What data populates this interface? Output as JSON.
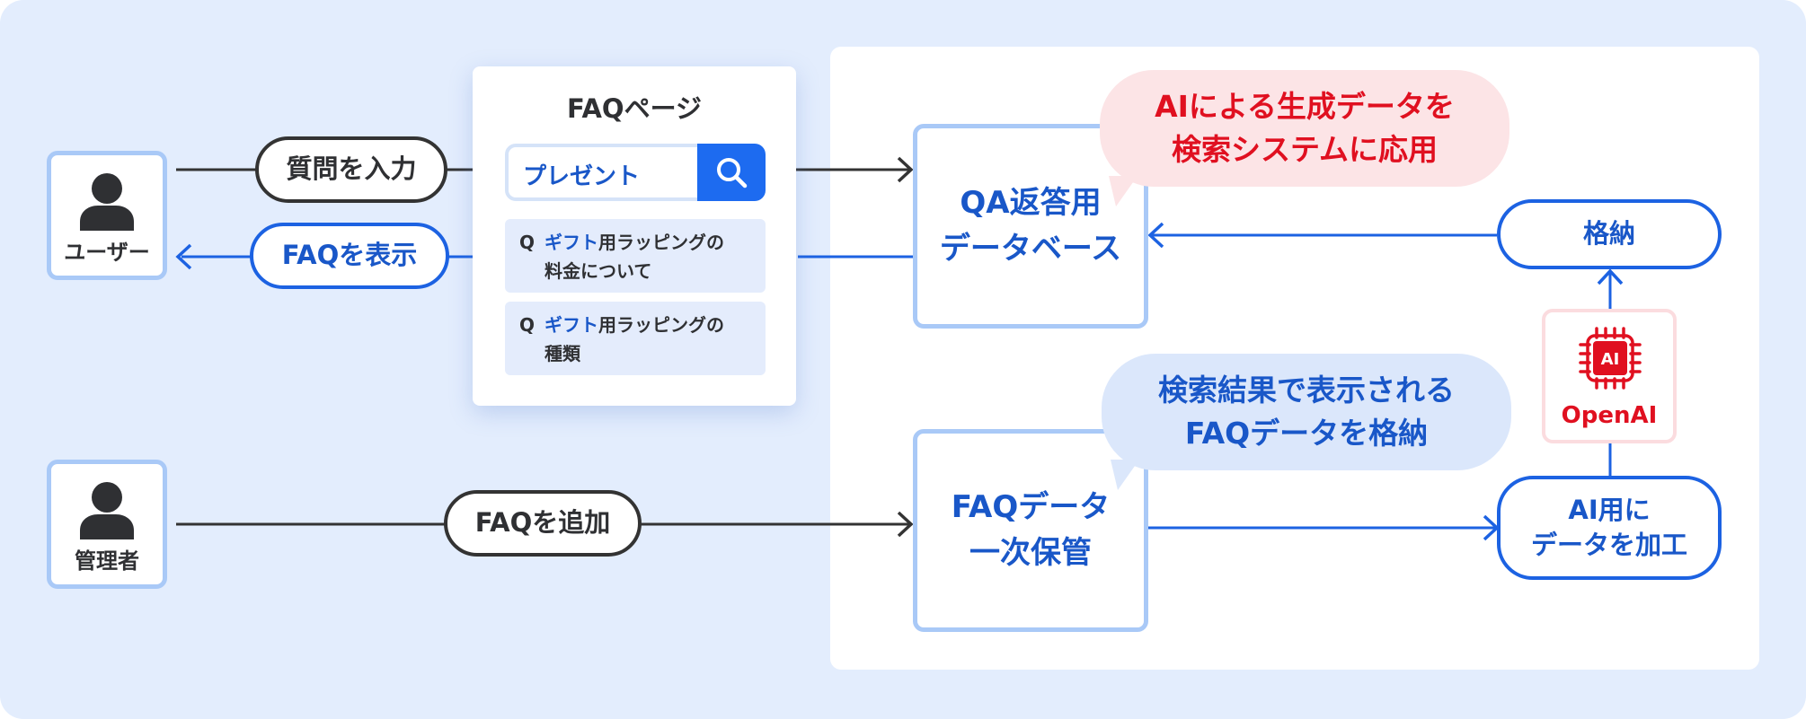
{
  "actors": {
    "user": {
      "label": "ユーザー"
    },
    "admin": {
      "label": "管理者"
    }
  },
  "connectors": {
    "enter_question": "質問を入力",
    "show_faq": "FAQを表示",
    "add_faq": "FAQを追加",
    "store": "格納",
    "process_for_ai": "AI用に\nデータを加工"
  },
  "faq_page": {
    "title": "FAQページ",
    "search_value": "プレゼント",
    "results": [
      {
        "prefix": "Q",
        "keyword": "ギフト",
        "text": "用ラッピングの\n料金について"
      },
      {
        "prefix": "Q",
        "keyword": "ギフト",
        "text": "用ラッピングの\n種類"
      }
    ]
  },
  "boxes": {
    "qa_database": "QA返答用\nデータベース",
    "faq_temp_storage": "FAQデータ\n一次保管"
  },
  "callouts": {
    "ai_generated": "AIによる生成データを\n検索システムに応用",
    "search_results": "検索結果で表示される\nFAQデータを格納"
  },
  "ai_service": {
    "chip_text": "AI",
    "name": "OpenAI"
  },
  "colors": {
    "background": "#e3edfd",
    "blue": "#1c62e2",
    "red": "#e01020",
    "dark": "#333333",
    "light_border": "#a9c9f7"
  }
}
